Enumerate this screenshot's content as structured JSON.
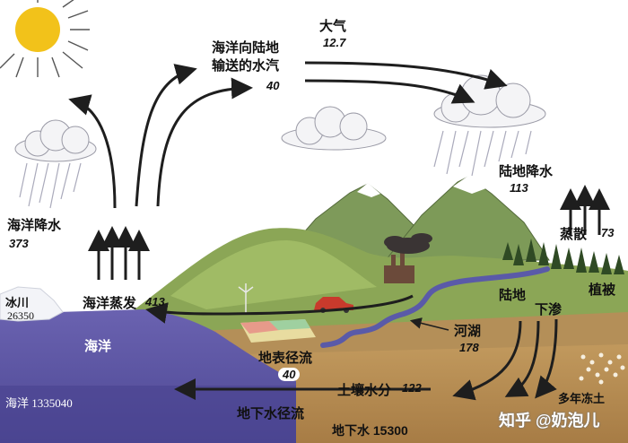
{
  "labels": {
    "atmosphere": "大气",
    "atmosphere_value": "12.7",
    "ocean_to_land_vapor_line1": "海洋向陆地",
    "ocean_to_land_vapor_line2": "输送的水汽",
    "ocean_to_land_vapor_value": "40",
    "ocean_precip": "海洋降水",
    "ocean_precip_value": "373",
    "ocean_evap": "海洋蒸发",
    "ocean_evap_value": "413",
    "land_precip": "陆地降水",
    "land_precip_value": "113",
    "transpiration": "蒸散",
    "transpiration_value": "73",
    "vegetation": "植被",
    "land": "陆地",
    "infiltration": "下渗",
    "rivers_lakes": "河湖",
    "rivers_lakes_value": "178",
    "ice": "冰川",
    "ice_value": "26350",
    "ocean": "海洋",
    "ocean_storage": "海洋 1335040",
    "surface_runoff": "地表径流",
    "surface_runoff_value": "40",
    "soil_moisture": "土壤水分",
    "soil_moisture_value": "122",
    "permafrost": "多年冻土",
    "groundwater_runoff": "地下水径流",
    "groundwater": "地下水 15300",
    "watermark": "知乎 @奶泡儿"
  },
  "colors": {
    "ocean": "#5b55a2",
    "land": "#8aa153",
    "hill": "#9dbb5f",
    "soil": "#b38a52",
    "sky": "#ffffff",
    "sun": "#f2c21a",
    "arrow": "#1e1e1e"
  },
  "icons": [
    "sun-icon",
    "cloud-icon",
    "mountain-icon",
    "factory-icon",
    "car-icon",
    "windmill-icon",
    "tree-icon"
  ]
}
